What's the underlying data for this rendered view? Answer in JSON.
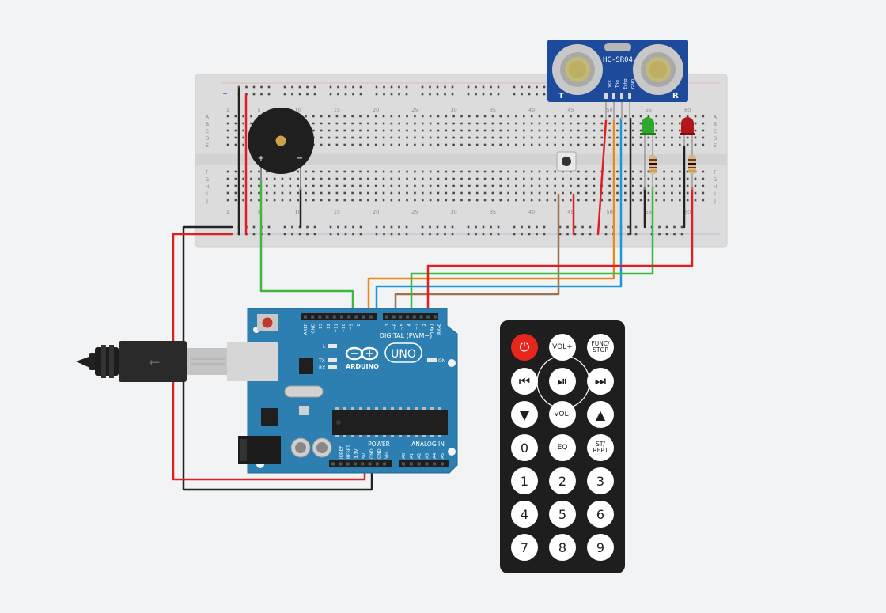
{
  "breadboard": {
    "column_numbers": [
      "1",
      "5",
      "10",
      "15",
      "20",
      "25",
      "30",
      "35",
      "40",
      "45",
      "50",
      "55",
      "60"
    ],
    "row_letters_top": [
      "A",
      "B",
      "C",
      "D",
      "E"
    ],
    "row_letters_bottom": [
      "F",
      "G",
      "H",
      "I",
      "J"
    ],
    "rail_plus": "+",
    "rail_minus": "−"
  },
  "sensor": {
    "model": "HC-SR04",
    "pins": [
      "Vcc",
      "Trig",
      "Echo",
      "GND"
    ],
    "side_left": "T",
    "side_right": "R"
  },
  "buzzer": {
    "plus_label": "+",
    "minus_label": "−"
  },
  "arduino": {
    "brand": "ARDUINO",
    "model": "UNO",
    "digital_label": "DIGITAL (PWM~)",
    "power_label": "POWER",
    "analog_label": "ANALOG IN",
    "on_label": "ON",
    "leds": [
      "L",
      "TX",
      "RX"
    ],
    "digital_pins": [
      "AREF",
      "GND",
      "13",
      "12",
      "~11",
      "~10",
      "~9",
      "8",
      "7",
      "~6",
      "~5",
      "4",
      "~3",
      "2",
      "TX▸1",
      "RX◂0"
    ],
    "power_pins": [
      "IOREF",
      "RESET",
      "3.3V",
      "5V",
      "GND",
      "GND",
      "Vin"
    ],
    "analog_pins": [
      "A0",
      "A1",
      "A2",
      "A3",
      "A4",
      "A5"
    ]
  },
  "leds": [
    {
      "color_name": "green",
      "color": "#2ea82e"
    },
    {
      "color_name": "red",
      "color": "#b3161a"
    }
  ],
  "wire_colors": {
    "red": "#e02020",
    "black": "#222222",
    "green": "#3db83d",
    "orange": "#e8891a",
    "blue": "#1f97d4",
    "brown": "#a0714f"
  },
  "remote": {
    "buttons": [
      {
        "label": "⏻",
        "kind": "power"
      },
      {
        "label": "VOL+",
        "kind": "small"
      },
      {
        "label": "FUNC/\nSTOP",
        "kind": "tiny"
      },
      {
        "label": "⏮",
        "kind": "num"
      },
      {
        "label": "⏯",
        "kind": "num"
      },
      {
        "label": "⏭",
        "kind": "num"
      },
      {
        "label": "▼",
        "kind": "num"
      },
      {
        "label": "VOL-",
        "kind": "small"
      },
      {
        "label": "▲",
        "kind": "num"
      },
      {
        "label": "0",
        "kind": "num"
      },
      {
        "label": "EQ",
        "kind": "small"
      },
      {
        "label": "ST/\nREPT",
        "kind": "tiny"
      },
      {
        "label": "1",
        "kind": "num"
      },
      {
        "label": "2",
        "kind": "num"
      },
      {
        "label": "3",
        "kind": "num"
      },
      {
        "label": "4",
        "kind": "num"
      },
      {
        "label": "5",
        "kind": "num"
      },
      {
        "label": "6",
        "kind": "num"
      },
      {
        "label": "7",
        "kind": "num"
      },
      {
        "label": "8",
        "kind": "num"
      },
      {
        "label": "9",
        "kind": "num"
      }
    ]
  }
}
